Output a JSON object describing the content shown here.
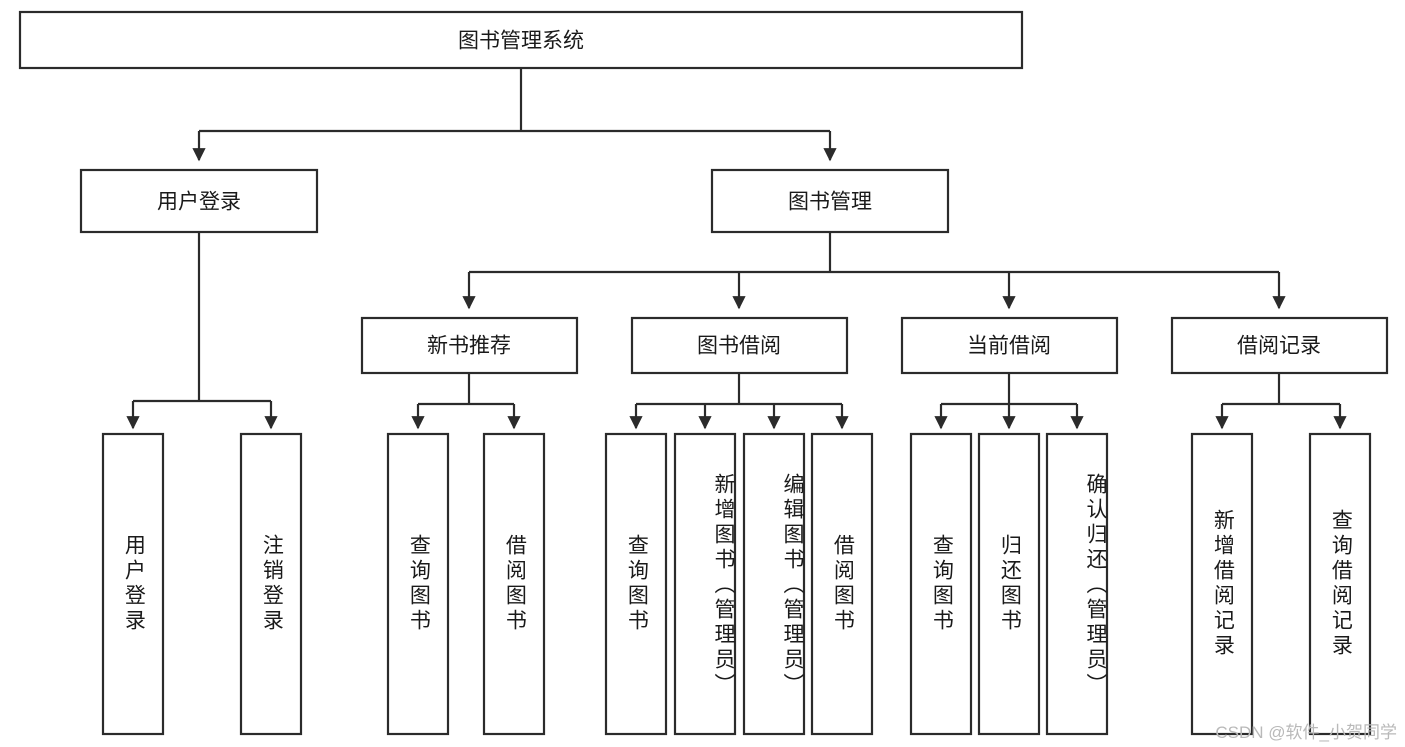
{
  "diagram": {
    "title": "图书管理系统",
    "type": "tree-hierarchy-chart",
    "watermark": "CSDN @软件_小贺同学",
    "colors": {
      "box_stroke": "#2b2b2b",
      "box_fill": "#ffffff",
      "connector": "#2b2b2b",
      "text": "#1a1a1a",
      "watermark": "#b9b9b9",
      "background": "#ffffff"
    },
    "levels": {
      "root": {
        "label": "图书管理系统"
      },
      "level2": [
        {
          "label": "用户登录"
        },
        {
          "label": "图书管理"
        }
      ],
      "level3": [
        {
          "label": "新书推荐"
        },
        {
          "label": "图书借阅"
        },
        {
          "label": "当前借阅"
        },
        {
          "label": "借阅记录"
        }
      ],
      "leaves": {
        "user_login": [
          {
            "label": "用户登录"
          },
          {
            "label": "注销登录"
          }
        ],
        "new_book_recommend": [
          {
            "label": "查询图书"
          },
          {
            "label": "借阅图书"
          }
        ],
        "book_borrow": [
          {
            "label": "查询图书"
          },
          {
            "label": "新增图书（管理员）"
          },
          {
            "label": "编辑图书（管理员）"
          },
          {
            "label": "借阅图书"
          }
        ],
        "current_borrow": [
          {
            "label": "查询图书"
          },
          {
            "label": "归还图书"
          },
          {
            "label": "确认归还（管理员）"
          }
        ],
        "borrow_records": [
          {
            "label": "新增借阅记录"
          },
          {
            "label": "查询借阅记录"
          }
        ]
      }
    }
  }
}
